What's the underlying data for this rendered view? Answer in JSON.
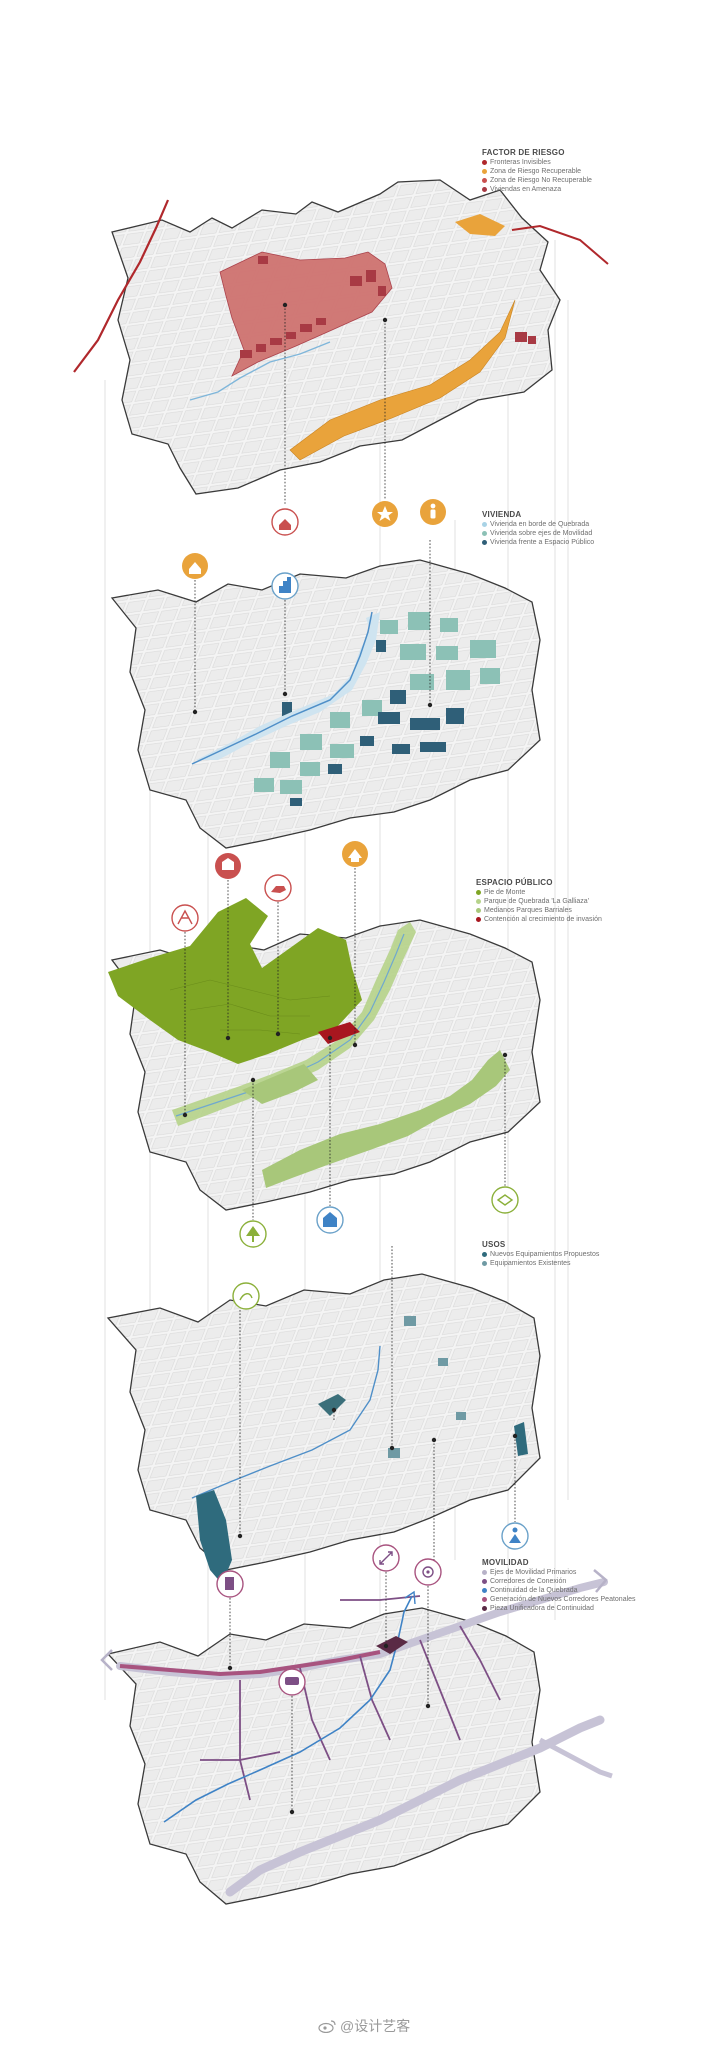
{
  "layers": [
    {
      "id": "factor-riesgo",
      "title": "FACTOR DE RIESGO",
      "items": [
        {
          "label": "Fronteras Invisibles",
          "color": "#b0282c"
        },
        {
          "label": "Zona de Riesgo Recuperable",
          "color": "#e9a33b"
        },
        {
          "label": "Zona de Riesgo No Recuperable",
          "color": "#c9504f"
        },
        {
          "label": "Viviendas en Amenaza",
          "color": "#a83a44"
        }
      ]
    },
    {
      "id": "vivienda",
      "title": "VIVIENDA",
      "items": [
        {
          "label": "Vivienda en borde de Quebrada",
          "color": "#a9d3e6"
        },
        {
          "label": "Vivienda sobre ejes de Movilidad",
          "color": "#8cc1b6"
        },
        {
          "label": "Vivienda frente a Espacio Público",
          "color": "#2f5f78"
        }
      ]
    },
    {
      "id": "espacio-publico",
      "title": "ESPACIO PÚBLICO",
      "items": [
        {
          "label": "Pie de Monte",
          "color": "#7fa524"
        },
        {
          "label": "Parque de Quebrada 'La Galliaza'",
          "color": "#b6d38a"
        },
        {
          "label": "Medianos Parques Barriales",
          "color": "#a8c77a"
        },
        {
          "label": "Contención al crecimiento de invasión",
          "color": "#a8161f"
        }
      ]
    },
    {
      "id": "usos",
      "title": "USOS",
      "items": [
        {
          "label": "Nuevos Equipamientos Propuestos",
          "color": "#2f6b7d"
        },
        {
          "label": "Equipamientos Existentes",
          "color": "#6f9aa4"
        }
      ]
    },
    {
      "id": "movilidad",
      "title": "MOVILIDAD",
      "items": [
        {
          "label": "Ejes de Movilidad Primarios",
          "color": "#b7b2c8"
        },
        {
          "label": "Corredores de Conexión",
          "color": "#7d4f85"
        },
        {
          "label": "Continuidad de la Quebrada",
          "color": "#3f83c6"
        },
        {
          "label": "Generación de Nuevos Corredores Peatonales",
          "color": "#a8537f"
        },
        {
          "label": "Pieza Unificadora de Continuidad",
          "color": "#5a2a45"
        }
      ]
    }
  ],
  "watermark": {
    "text": "@设计艺客",
    "icon": "weibo-logo-icon"
  },
  "icons": [
    "house-icon",
    "star-icon",
    "person-icon",
    "building-icon",
    "tree-icon",
    "playground-icon",
    "school-icon",
    "park-icon",
    "arrows-icon",
    "bus-icon"
  ]
}
